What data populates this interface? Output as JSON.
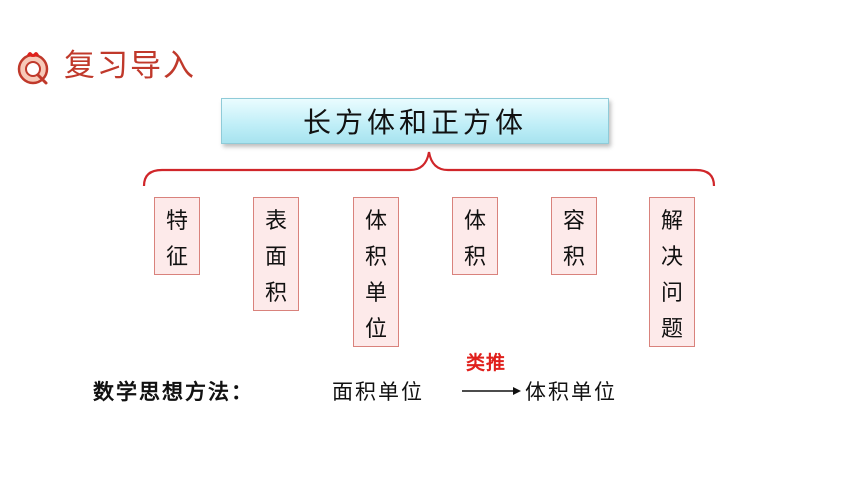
{
  "header": {
    "title": "复习导入",
    "icon": "q-bubble-icon"
  },
  "topic": "长方体和正方体",
  "cards": [
    {
      "label": "特征"
    },
    {
      "label": "表面积"
    },
    {
      "label": "体积单位"
    },
    {
      "label": "体积"
    },
    {
      "label": "容积"
    },
    {
      "label": "解决问题"
    }
  ],
  "method": {
    "label": "数学思想方法：",
    "from": "面积单位",
    "to": "体积单位",
    "annotation": "类推"
  },
  "colors": {
    "title": "#c0392b",
    "card_border": "#d9827c",
    "card_fill": "#fdeaea",
    "brace": "#d0262a",
    "annotation": "#e0201c"
  }
}
